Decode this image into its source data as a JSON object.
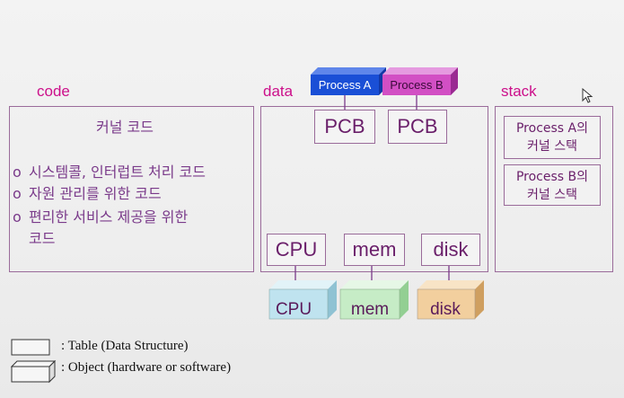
{
  "sections": {
    "code": "code",
    "data": "data",
    "stack": "stack"
  },
  "code_panel": {
    "heading": "커널 코드",
    "bullet": "o",
    "items": [
      "시스템콜, 인터럽트 처리 코드",
      "자원 관리를 위한 코드",
      "편리한 서비스 제공을 위한",
      "코드"
    ]
  },
  "processes": [
    {
      "label": "Process A",
      "color": "#1a4fd6"
    },
    {
      "label": "Process B",
      "color": "#d24fc4"
    }
  ],
  "pcb_label": "PCB",
  "tables": [
    "CPU",
    "mem",
    "disk"
  ],
  "hardware": [
    {
      "label": "CPU",
      "color": "#bfe3ef"
    },
    {
      "label": "mem",
      "color": "#c6ecc6"
    },
    {
      "label": "disk",
      "color": "#f2cf9e"
    }
  ],
  "stack_items": [
    {
      "line1": "Process A의",
      "line2": "커널 스택"
    },
    {
      "line1": "Process B의",
      "line2": "커널 스택"
    }
  ],
  "legend": {
    "table": ":  Table  (Data Structure)",
    "object": ":  Object (hardware or software)"
  }
}
